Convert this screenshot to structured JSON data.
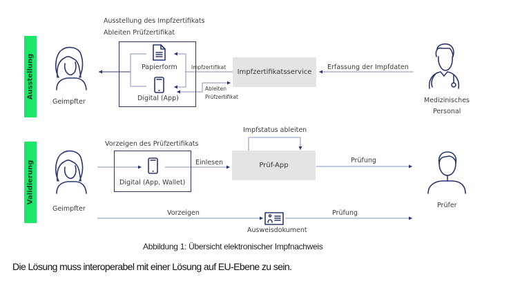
{
  "colors": {
    "band": "#1ee66b",
    "line": "#2a3570",
    "box": "#e4e4e4"
  },
  "issuance": {
    "band_label": "Ausstellung",
    "header_line1": "Ausstellung des Impfzertifikats",
    "header_line2": "Ableiten Prüfzertifikat",
    "vaccinated_label": "Geimpfter",
    "paper_label": "Papierform",
    "digital_label": "Digital (App)",
    "arrow_certificate": "Impfzertifikat",
    "arrow_derive_line1": "Ableiten",
    "arrow_derive_line2": "Prüfzertifikat",
    "service_label": "Impfzertifikatsservice",
    "capture_label": "Erfassung der Impfdaten",
    "medical_label_line1": "Medizinisches",
    "medical_label_line2": "Personal"
  },
  "validation": {
    "band_label": "Validierung",
    "present_cert_header": "Vorzeigen des Prüfzertifikats",
    "vaccinated_label": "Geimpfter",
    "digital_wallet_label": "Digital (App, Wallet)",
    "read_in_label": "Einlesen",
    "status_derive_label": "Impfstatus ableiten",
    "check_app_label": "Prüf-App",
    "check_label_1": "Prüfung",
    "present_label": "Vorzeigen",
    "id_doc_label": "Ausweisdokument",
    "check_label_2": "Prüfung",
    "checker_label": "Prüfer"
  },
  "caption": "Abbildung 1: Übersicht elektronischer Impfnachweis",
  "body_text": "Die Lösung muss interoperabel mit einer Lösung auf EU-Ebene zu sein."
}
